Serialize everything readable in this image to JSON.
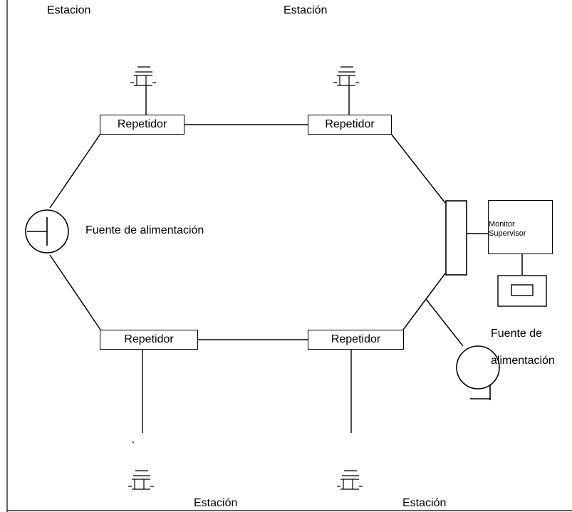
{
  "stations": {
    "top_left": "Estacion",
    "top_right": "Estación",
    "bottom_left": "Estación",
    "bottom_right": "Estación"
  },
  "repeaters": {
    "top_left": "Repetidor",
    "top_right": "Repetidor",
    "bottom_left": "Repetidor",
    "bottom_right": "Repetidor"
  },
  "power_source_left": "Fuente de alimentación",
  "power_source_right_line1": "Fuente de",
  "power_source_right_line2": "alimentación",
  "monitor": {
    "line1": "Monitor",
    "line2": "Supervisor"
  }
}
